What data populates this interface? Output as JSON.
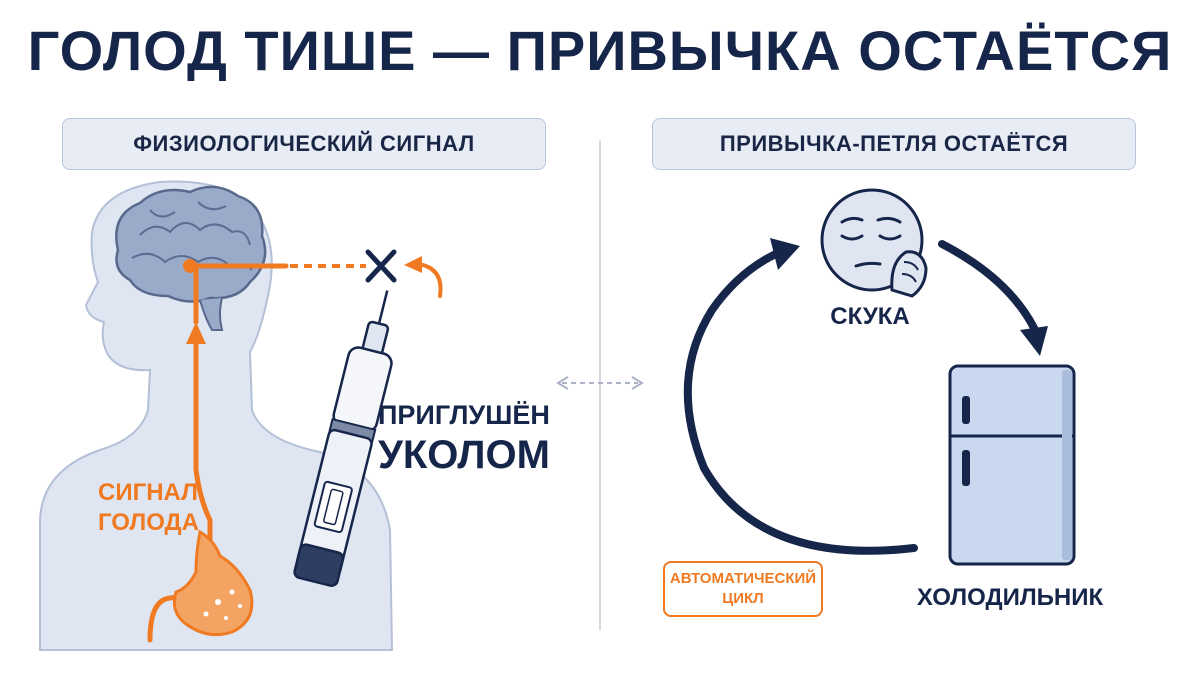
{
  "title": "ГОЛОД ТИШЕ — ПРИВЫЧКА ОСТАЁТСЯ",
  "left_panel": {
    "label": "ФИЗИОЛОГИЧЕСКИЙ СИГНАЛ",
    "signal_label": "СИГНАЛ ГОЛОДА",
    "muted_line1": "ПРИГЛУШЁН",
    "muted_line2": "УКОЛОМ"
  },
  "right_panel": {
    "label": "ПРИВЫЧКА-ПЕТЛЯ ОСТАЁТСЯ",
    "boredom_label": "СКУКА",
    "fridge_label": "ХОЛОДИЛЬНИК",
    "cycle_line1": "АВТОМАТИЧЕСКИЙ",
    "cycle_line2": "ЦИКЛ"
  },
  "colors": {
    "navy": "#16264a",
    "orange": "#ef7a22",
    "panel_bg": "#e7ecf5",
    "body_fill": "#dfe6f2",
    "fridge": "#c9d8ee"
  },
  "icons": [
    "brain-icon",
    "stomach-icon",
    "syringe-pen-icon",
    "block-x-icon",
    "bored-face-icon",
    "fridge-icon",
    "cycle-arrow-icon"
  ]
}
